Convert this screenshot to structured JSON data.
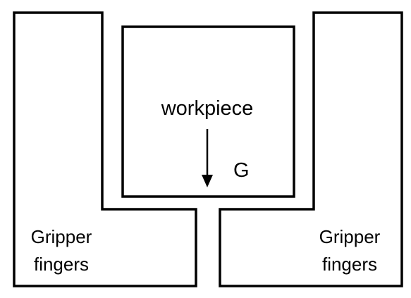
{
  "workpiece": {
    "label": "workpiece",
    "force_label": "G"
  },
  "left_finger": {
    "label_line1": "Gripper",
    "label_line2": "fingers"
  },
  "right_finger": {
    "label_line1": "Gripper",
    "label_line2": "fingers"
  },
  "colors": {
    "stroke": "#000000",
    "background": "#ffffff"
  }
}
